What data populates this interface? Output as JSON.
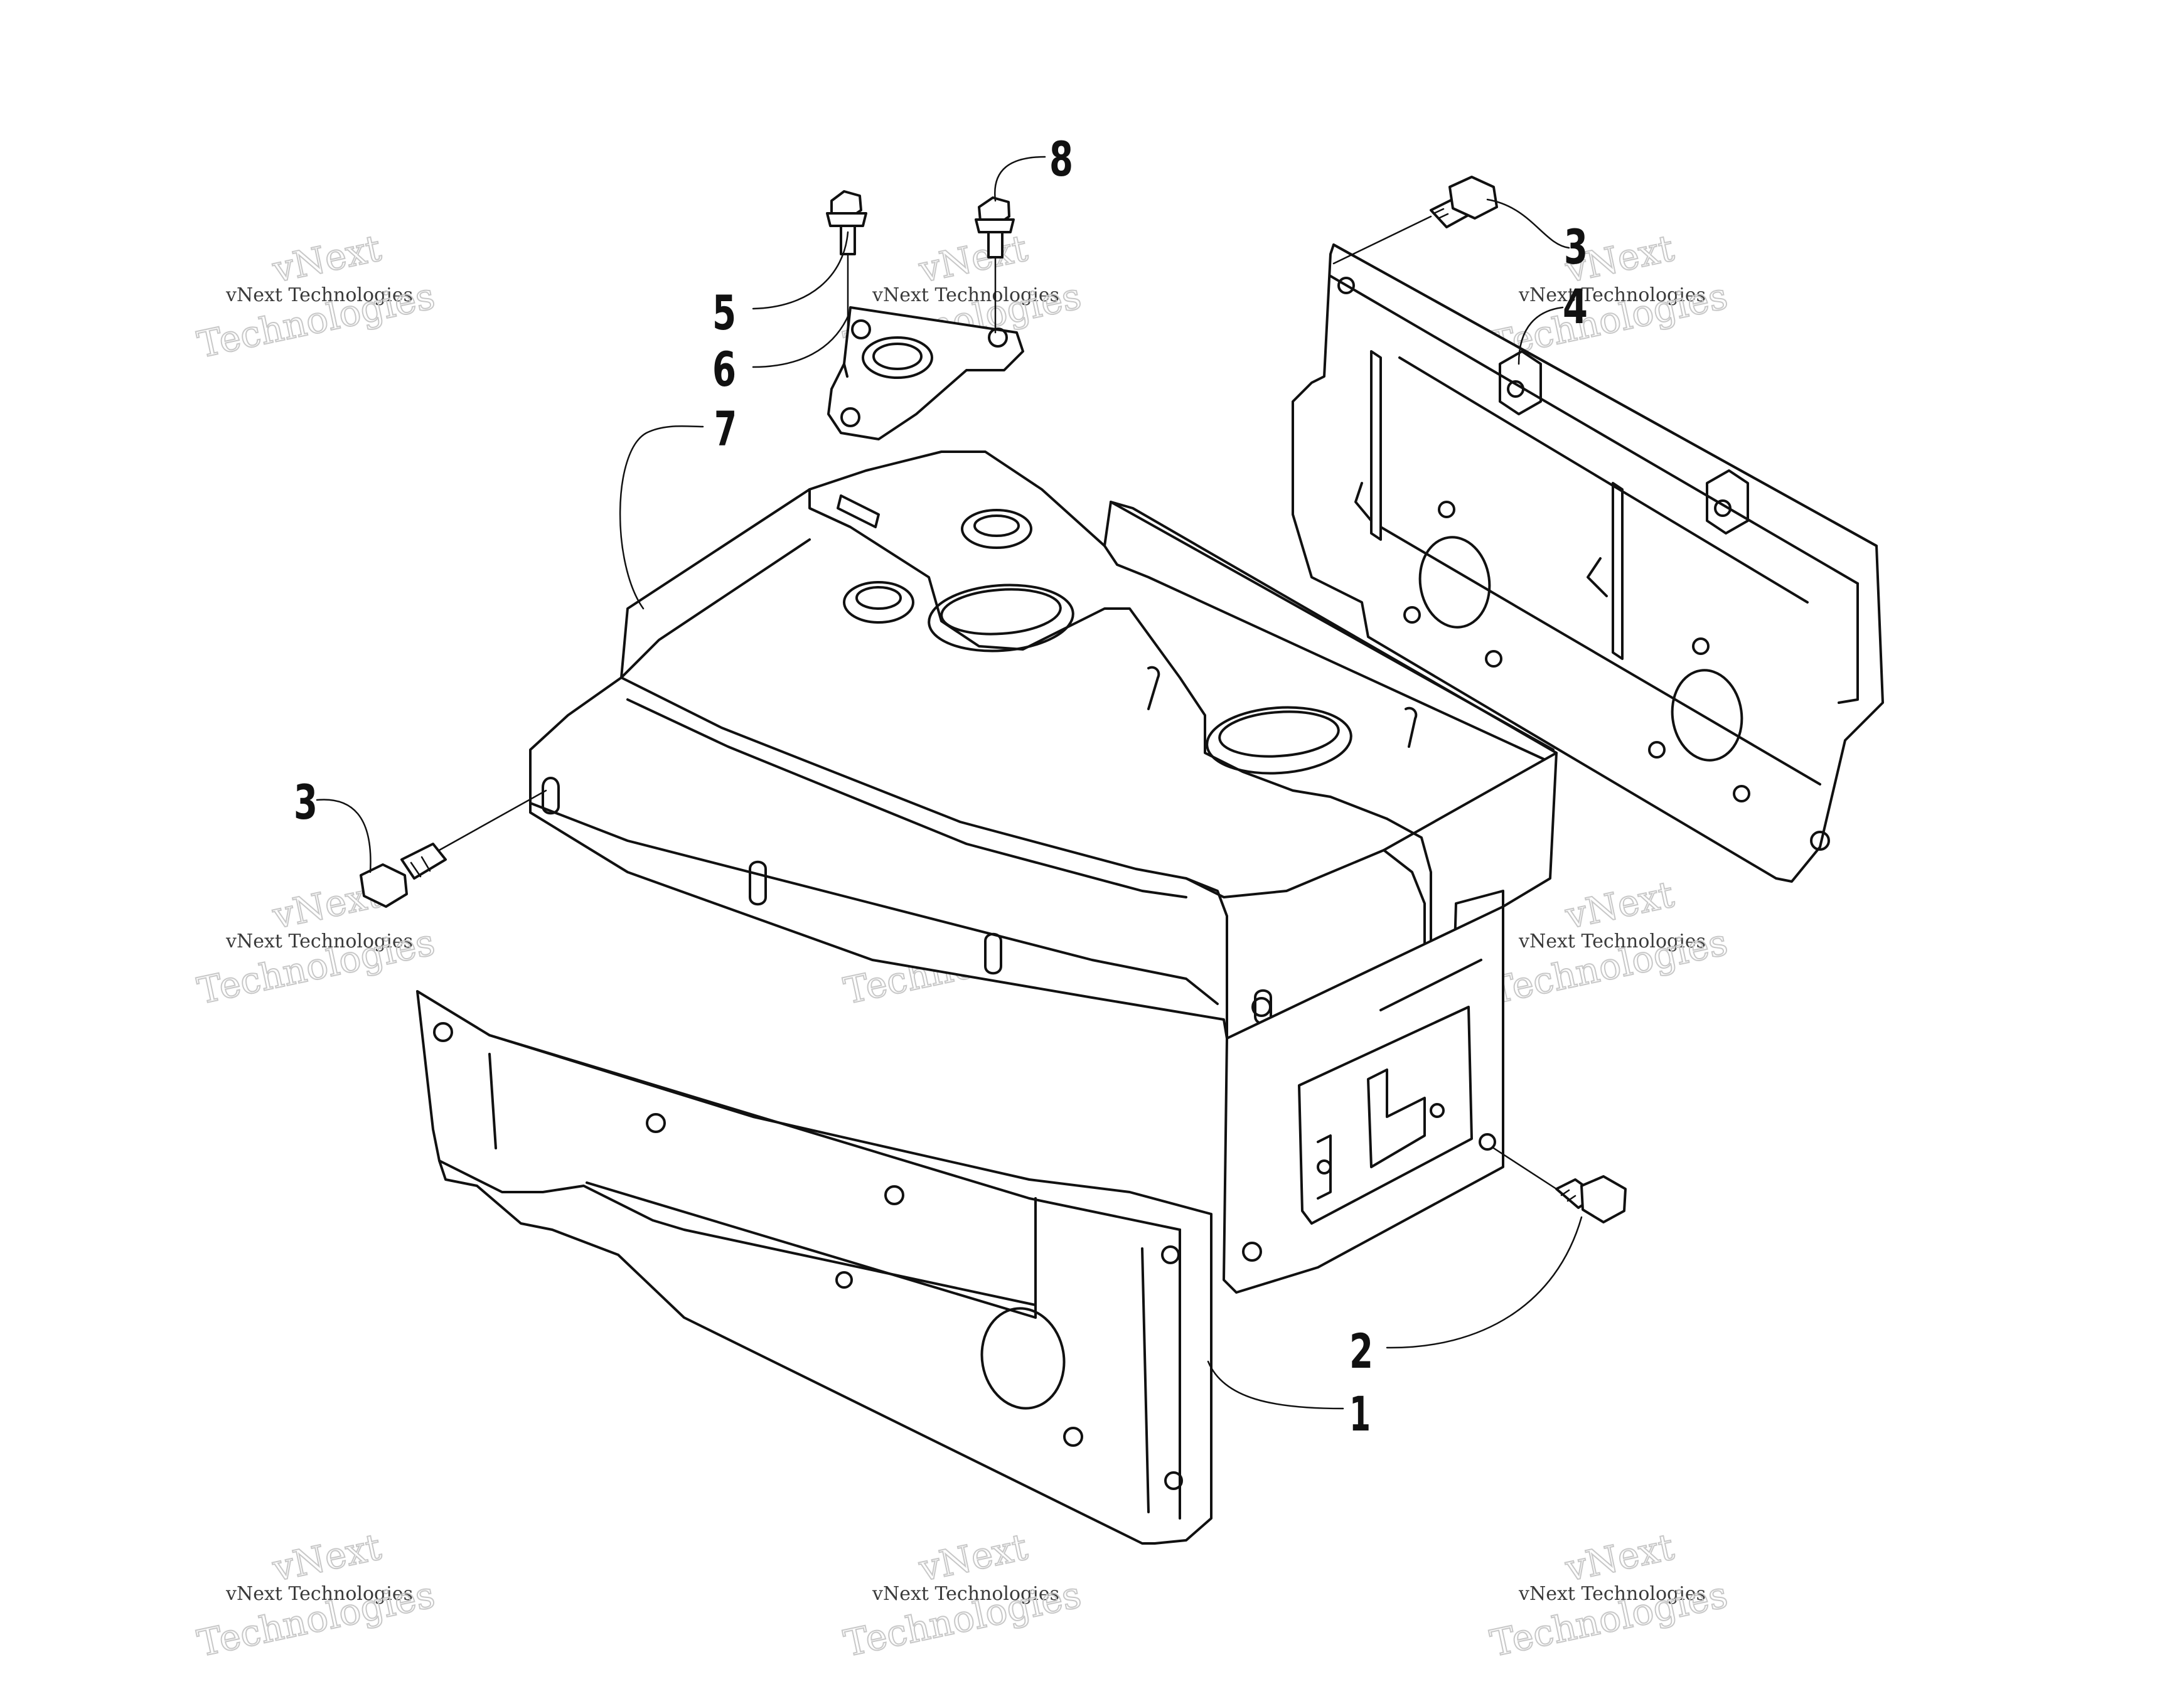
{
  "callouts": {
    "c1": "1",
    "c2": "2",
    "c3_right": "3",
    "c3_left": "3",
    "c4": "4",
    "c5": "5",
    "c6": "6",
    "c7": "7",
    "c8": "8"
  },
  "watermark": {
    "line1": "vNext",
    "line2": "vNext Technologies",
    "line3": "Technologies"
  },
  "colors": {
    "ink": "#111111",
    "watermark": "#b4b4b4",
    "background": "#ffffff"
  }
}
